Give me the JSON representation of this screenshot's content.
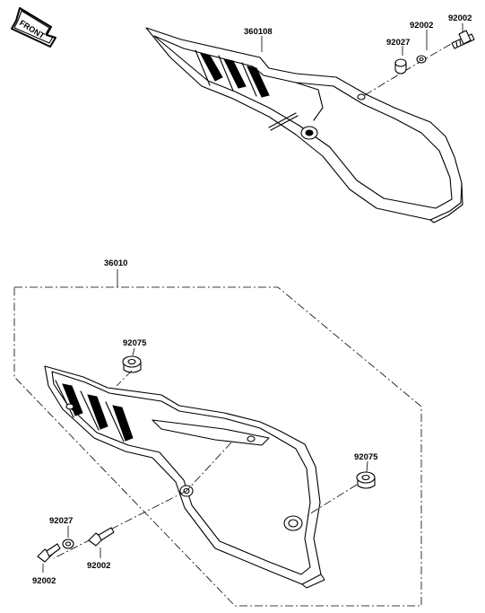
{
  "diagram": {
    "front_badge": "FRONT",
    "upper_assembly": {
      "cover_part": "360108",
      "fasteners": [
        "92002",
        "92027",
        "92002"
      ]
    },
    "lower_assembly": {
      "group_part": "36010",
      "collar_upper": "92075",
      "collar_right": "92075",
      "washer": "92027",
      "bolt_left": "92002",
      "bolt_right": "92002"
    }
  }
}
